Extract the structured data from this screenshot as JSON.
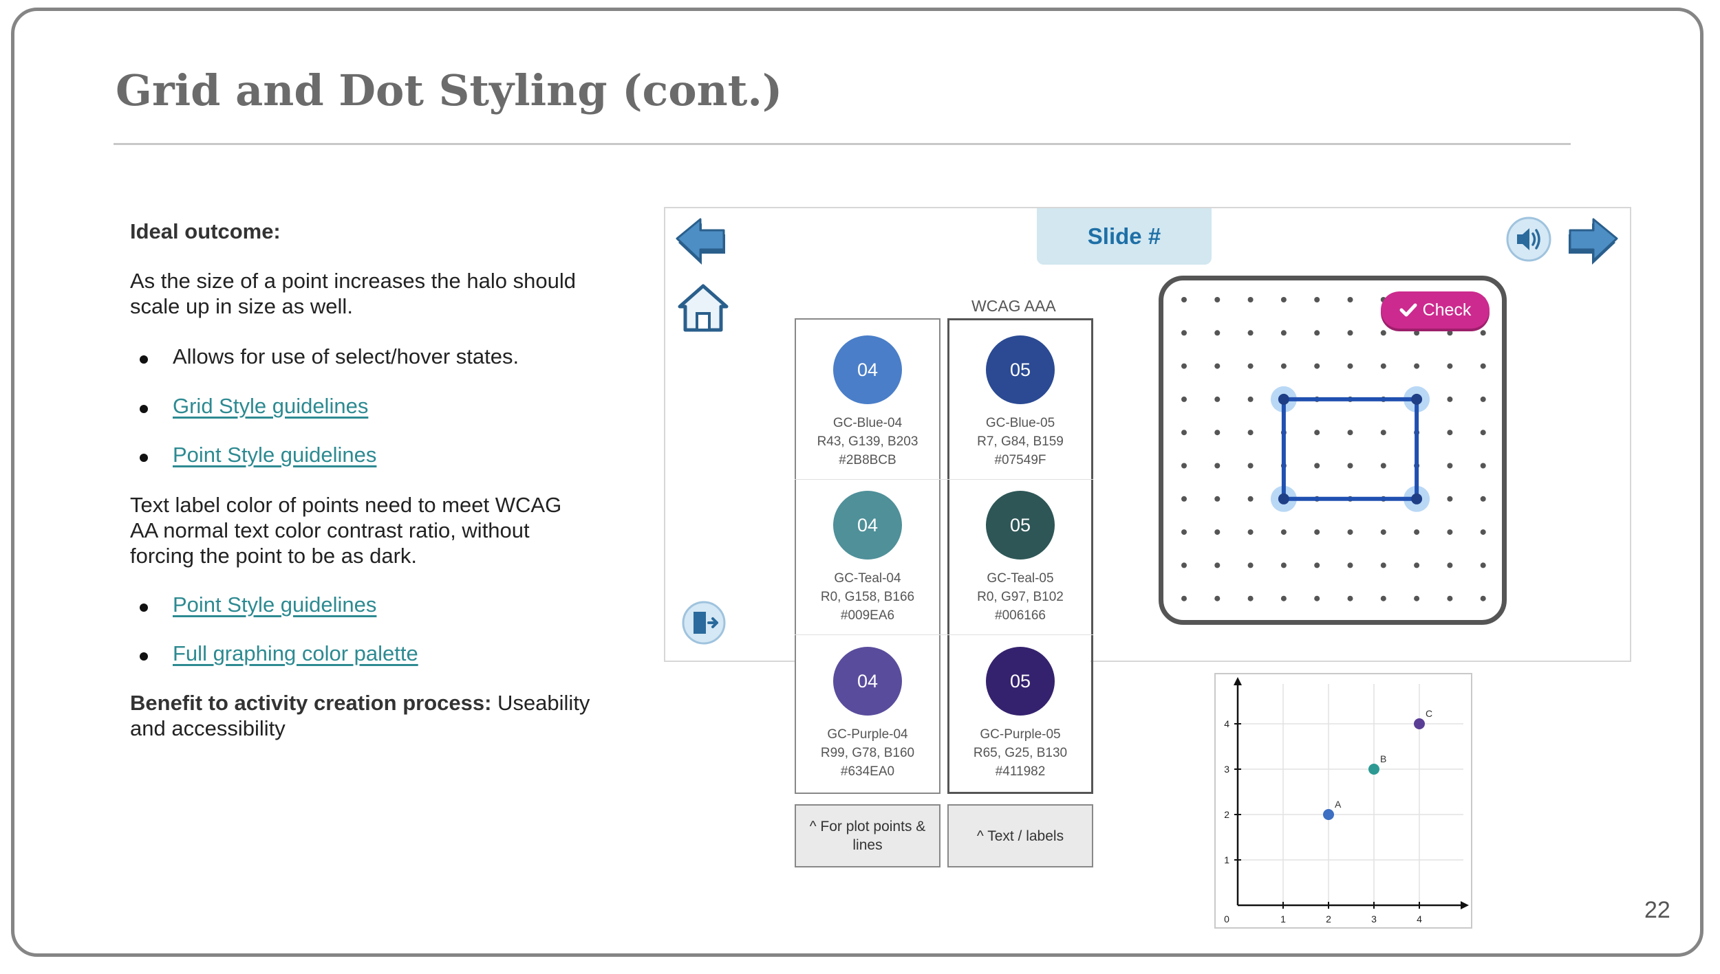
{
  "slide": {
    "title": "Grid and Dot Styling (cont.)",
    "page_number": "22"
  },
  "content": {
    "heading": "Ideal outcome:",
    "para1": "As the size of a point increases the halo should scale up in size as well.",
    "bullet1": "Allows for use of select/hover states.",
    "link_grid_style": "Grid Style guidelines",
    "link_point_style_1": "Point Style guidelines",
    "para2": "Text label color of points need to meet WCAG AA normal text color contrast ratio, without forcing the point to be as dark.",
    "link_point_style_2": "Point Style guidelines",
    "link_palette": "Full graphing color palette",
    "benefit_label": "Benefit to activity creation process:",
    "benefit_text": " Useability and accessibility"
  },
  "app": {
    "slide_tab": "Slide #",
    "check_label": "Check",
    "icons": [
      "back-arrow-icon",
      "home-icon",
      "exit-icon",
      "speaker-icon",
      "forward-arrow-icon",
      "checkmark-icon"
    ]
  },
  "swatches": {
    "header": "WCAG AAA",
    "rows": [
      {
        "left": {
          "num": "04",
          "name": "GC-Blue-04",
          "rgb": "R43, G139, B203",
          "hex": "#2B8BCB",
          "color": "#4a7ec8"
        },
        "right": {
          "num": "05",
          "name": "GC-Blue-05",
          "rgb": "R7, G84, B159",
          "hex": "#07549F",
          "color": "#2b4a93"
        }
      },
      {
        "left": {
          "num": "04",
          "name": "GC-Teal-04",
          "rgb": "R0, G158, B166",
          "hex": "#009EA6",
          "color": "#4f9099"
        },
        "right": {
          "num": "05",
          "name": "GC-Teal-05",
          "rgb": "R0, G97, B102",
          "hex": "#006166",
          "color": "#2e5656"
        }
      },
      {
        "left": {
          "num": "04",
          "name": "GC-Purple-04",
          "rgb": "R99, G78, B160",
          "hex": "#634EA0",
          "color": "#5a4c9c"
        },
        "right": {
          "num": "05",
          "name": "GC-Purple-05",
          "rgb": "R65, G25, B130",
          "hex": "#411982",
          "color": "#35226e"
        }
      }
    ],
    "footer_left": "^ For plot points & lines",
    "footer_right": "^ Text / labels"
  },
  "chart_data": {
    "type": "scatter",
    "title": "",
    "xlabel": "",
    "ylabel": "",
    "xlim": [
      0,
      5
    ],
    "ylim": [
      0,
      5
    ],
    "x_ticks": [
      "0",
      "1",
      "2",
      "3",
      "4"
    ],
    "y_ticks": [
      "1",
      "2",
      "3",
      "4"
    ],
    "grid": true,
    "points": [
      {
        "label": "A",
        "x": 2,
        "y": 2,
        "color": "#3d6fc2"
      },
      {
        "label": "B",
        "x": 3,
        "y": 3,
        "color": "#2c9a93"
      },
      {
        "label": "C",
        "x": 4,
        "y": 4,
        "color": "#5a3e96"
      }
    ]
  }
}
